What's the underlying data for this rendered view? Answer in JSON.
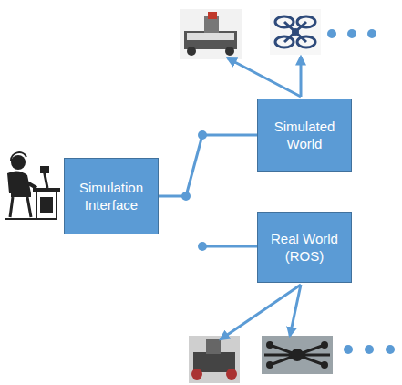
{
  "diagram": {
    "nodes": [
      {
        "text": [
          "Simulation Interface"
        ]
      },
      {
        "text": [
          "Simulated World"
        ]
      },
      {
        "text": [
          "Real World (ROS)"
        ]
      }
    ],
    "edges": [
      {
        "from": 0,
        "to": 1,
        "arrow": "none"
      }
    ]
  }
}
